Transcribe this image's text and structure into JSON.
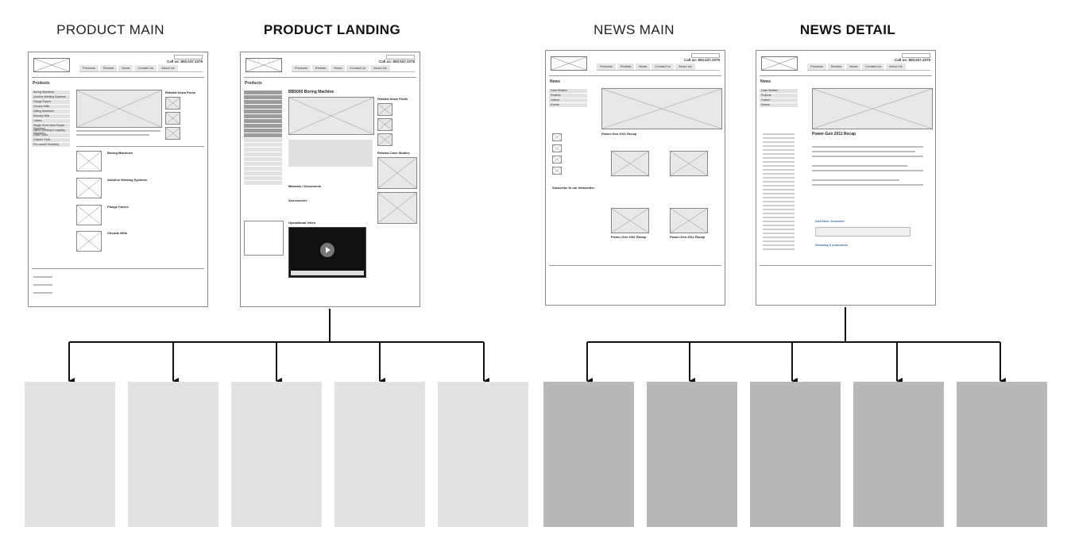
{
  "columns": [
    {
      "title": "PRODUCT MAIN",
      "weight": "light"
    },
    {
      "title": "PRODUCT LANDING",
      "weight": "bold"
    },
    {
      "title": "NEWS MAIN",
      "weight": "light"
    },
    {
      "title": "NEWS DETAIL",
      "weight": "bold"
    }
  ],
  "wireframe_text": {
    "call": "Call us: 800.537.3379",
    "nav": [
      "Products",
      "Rentals",
      "News",
      "Contact Us",
      "About Us"
    ],
    "product_main": {
      "section": "Products",
      "side_items": [
        "Boring Machines",
        "Autoline Welding Systems",
        "Flange Facers",
        "Circular Mills",
        "Milling Machines",
        "Keyway Mills",
        "Lathes",
        "Single Point Valve Repair Machines",
        "Valve Grinding & Lapping Machines",
        "Other Tools",
        "Custom Tools",
        "Pre-owned Inventory"
      ],
      "related": "Related News Posts",
      "items": [
        "Boring Machines",
        "Autoline Welding Systems",
        "Flange Facers",
        "Circular Mills"
      ]
    },
    "product_landing": {
      "section": "Products",
      "heading": "BB5000 Boring Machine",
      "related": "Related News Posts",
      "case": "Related Case Studies",
      "manuals": "Manuals / Documents",
      "accessories": "Accessories",
      "video": "Operational Video"
    },
    "news_main": {
      "section": "News",
      "side_items": [
        "Case Studies",
        "Projects",
        "Culture",
        "Events"
      ],
      "newsletter": "Subscribe to our Newsletter",
      "post": "Power-Gen 2011 Recap"
    },
    "news_detail": {
      "section": "News",
      "side_items": [
        "Case Studies",
        "Projects",
        "Culture",
        "Events"
      ],
      "title": "Power-Gen 2011 Recap",
      "comment": "Add New Comment",
      "comments": "Showing 0 comments"
    }
  }
}
